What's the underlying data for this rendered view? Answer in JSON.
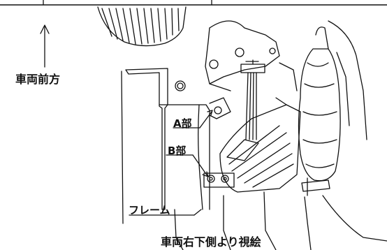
{
  "labels": {
    "front": "車両前方",
    "part_a": "A部",
    "part_b": "B部",
    "frame": "フレーム"
  },
  "caption": "車両右下側より視絵",
  "colors": {
    "line": "#111111",
    "background": "#ffffff"
  }
}
